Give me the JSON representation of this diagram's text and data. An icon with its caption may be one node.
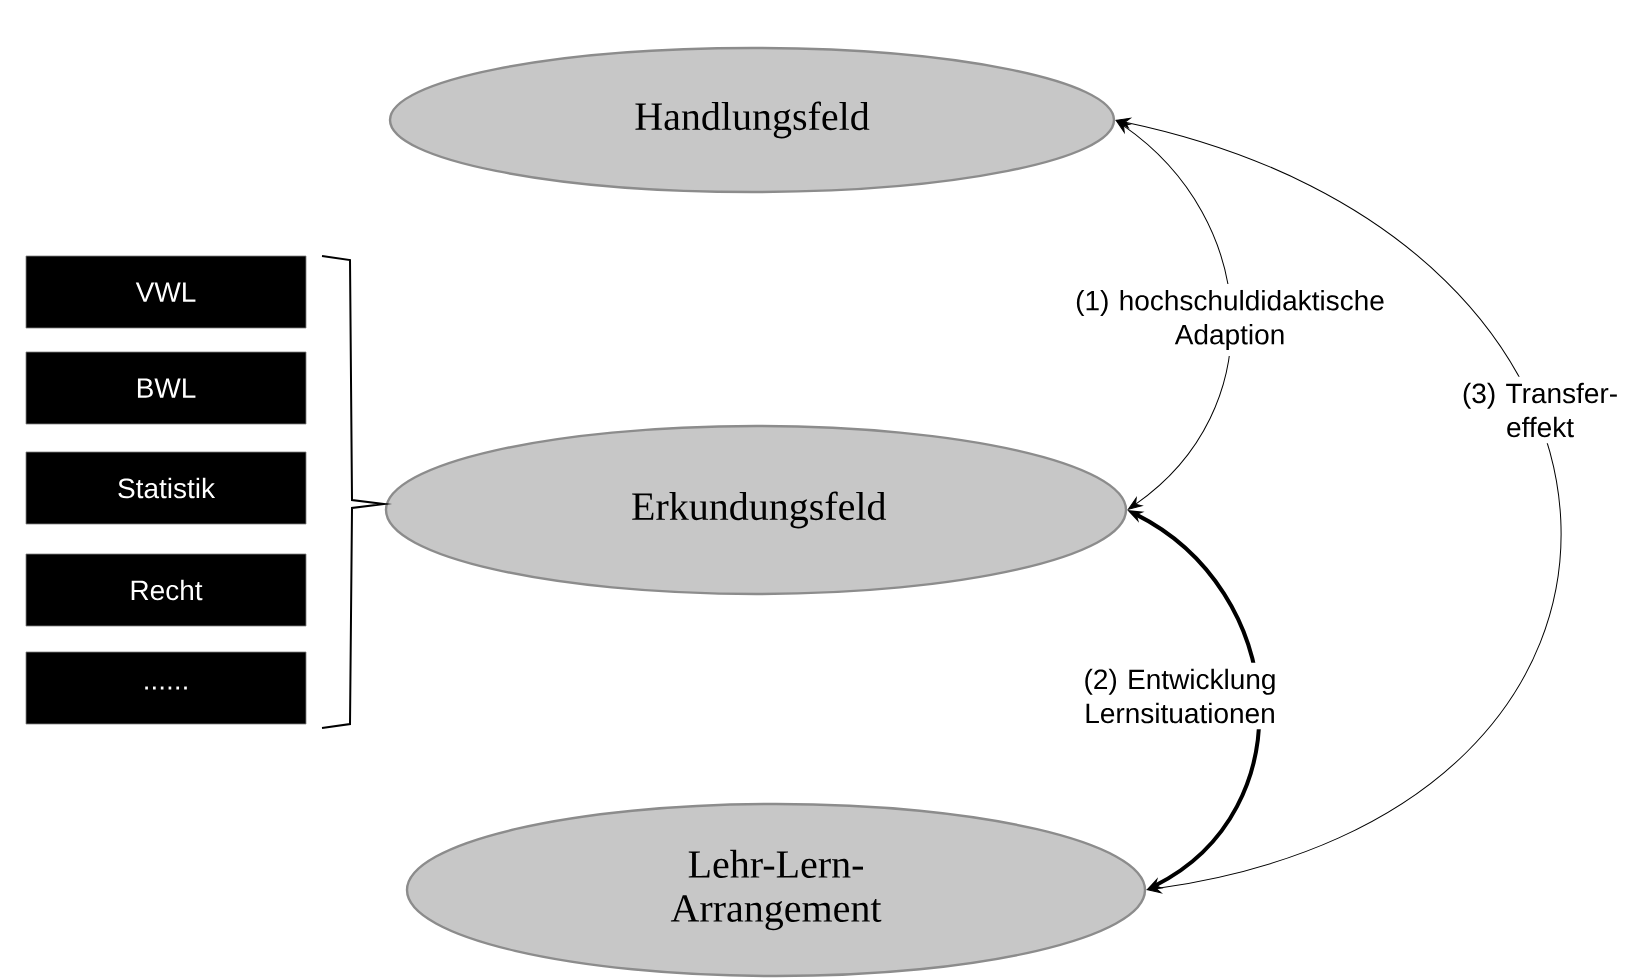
{
  "diagram": {
    "nodes": [
      {
        "text": [
          "Handlungsfeld"
        ]
      },
      {
        "text": [
          "Erkundungsfeld"
        ]
      },
      {
        "text": [
          "Lehr-Lern-Arrangement"
        ]
      },
      {
        "text": [
          "VWL"
        ]
      },
      {
        "text": [
          "BWL"
        ]
      },
      {
        "text": [
          "Statistik"
        ]
      },
      {
        "text": [
          "Recht"
        ]
      },
      {
        "text": [
          "......"
        ]
      }
    ],
    "edges": [
      {
        "from": 1,
        "to": 0,
        "arrow": "both",
        "label": "(1) hochschuldidaktische Adaption"
      },
      {
        "from": 2,
        "to": 1,
        "arrow": "both",
        "label": "(2) Entwicklung Lernsituationen",
        "style": "thick"
      },
      {
        "from": 2,
        "to": 0,
        "arrow": "both",
        "label": "(3) Transfer-effekt"
      }
    ]
  }
}
